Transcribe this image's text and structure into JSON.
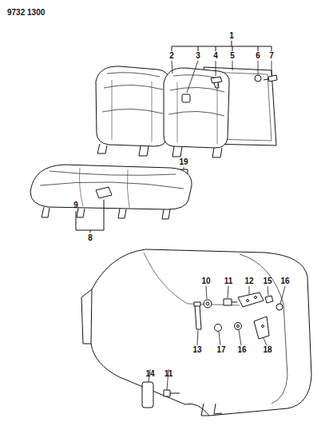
{
  "diagram": {
    "labels": [
      "9732 1300",
      "1",
      "2",
      "3",
      "4",
      "5",
      "6",
      "7",
      "19",
      "9",
      "8",
      "10",
      "11",
      "12",
      "15",
      "16",
      "13",
      "17",
      "16",
      "18",
      "14",
      "11"
    ]
  }
}
